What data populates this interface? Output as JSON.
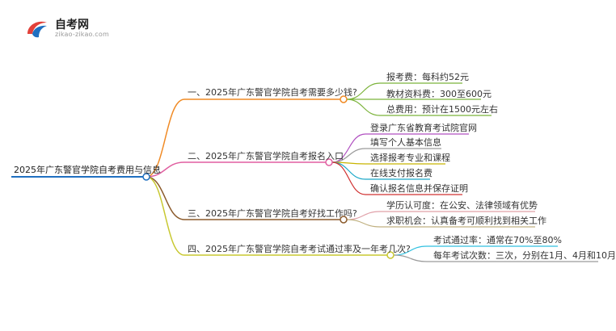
{
  "logo": {
    "name": "自考网",
    "domain": "zikao-zikao.com",
    "colors": {
      "red": "#e2413a",
      "blue": "#1f6fc0"
    }
  },
  "root": {
    "label": "2025年广东警官学院自考费用与信息"
  },
  "branches": [
    {
      "label": "一、2025年广东警官学院自考需要多少钱?",
      "color": "#f08a24",
      "children": [
        "报考费：每科约52元",
        "教材资料费：300至600元",
        "总费用：预计在1500元左右"
      ],
      "child_color": "#7bb33a"
    },
    {
      "label": "二、2025年广东警官学院自考报名入口",
      "color": "#e05fa0",
      "children": [
        "登录广东省教育考试院官网",
        "填写个人基本信息",
        "选择报考专业和课程",
        "在线支付报名费",
        "确认报名信息并保存证明"
      ],
      "child_colors": [
        "#b04fc0",
        "#9a9a9a",
        "#c8b400",
        "#1aa8c8",
        "#d03030"
      ]
    },
    {
      "label": "三、2025年广东警官学院自考好找工作吗?",
      "color": "#8b5a2b",
      "children": [
        "学历认可度：在公安、法律领域有优势",
        "求职机会：认真备考可顺利找到相关工作"
      ],
      "child_colors": [
        "#e0a0a8",
        "#c0b080"
      ]
    },
    {
      "label": "四、2025年广东警官学院自考考试通过率及一年考几次?",
      "color": "#c8c830",
      "children": [
        "考试通过率：通常在70%至80%",
        "每年考试次数：三次，分别在1月、4月和10月"
      ],
      "child_colors": [
        "#30c0e0",
        "#9a9a9a"
      ]
    }
  ]
}
